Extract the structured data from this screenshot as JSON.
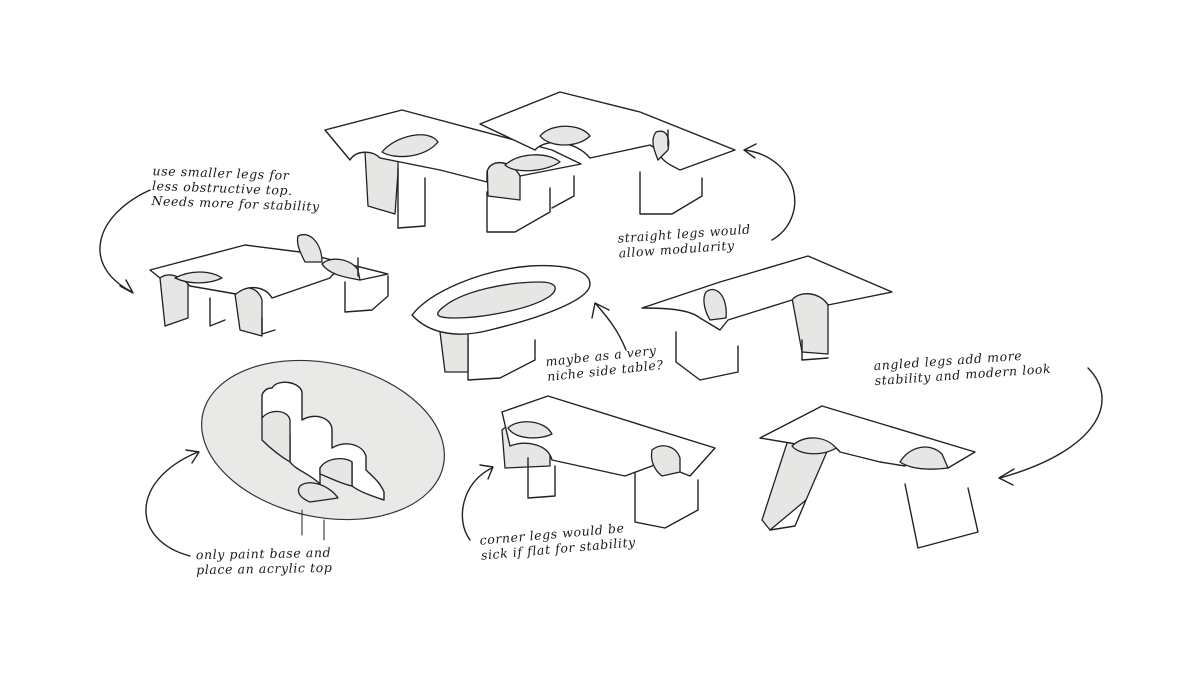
{
  "annotations": {
    "smaller_legs": "use smaller legs for\nless obstructive top.\nNeeds more for stability",
    "straight_legs": "straight legs would\nallow modularity",
    "side_table": "maybe as a very\nniche side table?",
    "angled_legs": "angled legs add more\nstability and modern look",
    "paint_base": "only paint base and\nplace an acrylic top",
    "corner_legs": "corner legs would be\nsick if flat for stability"
  },
  "colors": {
    "ink": "#222222",
    "fill_grey": "#e6e7e4",
    "background": "#ffffff"
  }
}
